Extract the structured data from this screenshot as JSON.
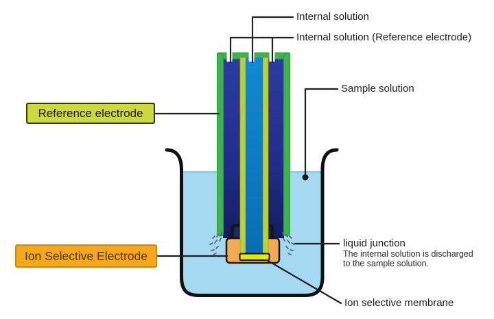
{
  "diagram": {
    "callouts": {
      "internal_solution": "Internal solution",
      "internal_solution_reference": "Internal solution (Reference electrode)",
      "sample_solution": "Sample solution",
      "liquid_junction": "liquid junction",
      "liquid_junction_note_line1": "The internal solution is discharged",
      "liquid_junction_note_line2": "to the sample solution.",
      "ion_selective_membrane": "Ion selective membrane"
    },
    "boxed_labels": {
      "reference_electrode": "Reference electrode",
      "ion_selective_electrode": "Ion Selective Electrode"
    },
    "colors": {
      "reference_label_bg": "#ccd93c",
      "ise_label_bg": "#f5a81e",
      "electrode_outer_green": "#3cb44a",
      "reference_internal_solution_navy": "#25318f",
      "ise_internal_solution_cyan": "#0f82c8",
      "inner_tube_yellow": "#bdd02f",
      "membrane_yellow": "#e3e800",
      "ise_body_orange": "#f4a953",
      "sample_solution_blue": "#a5d9f2"
    }
  }
}
